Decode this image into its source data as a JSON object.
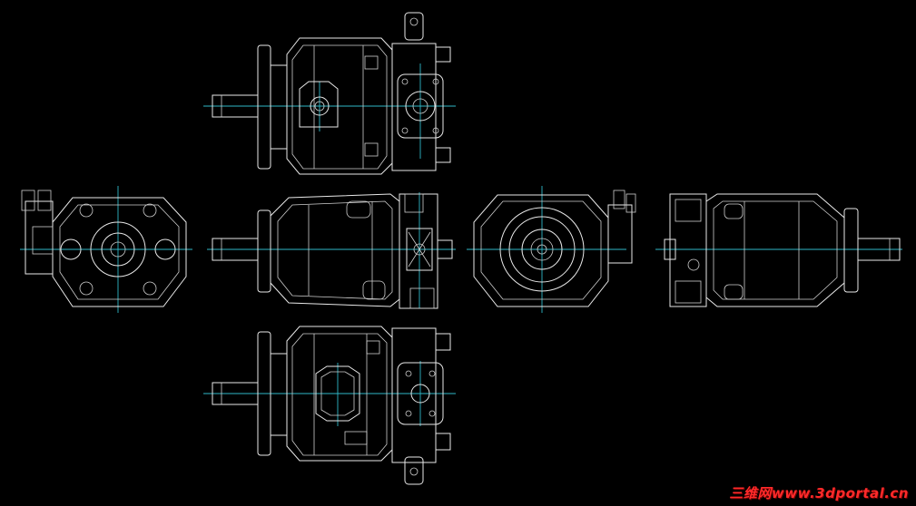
{
  "watermark": {
    "text": "三维网www.3dportal.cn"
  },
  "colors": {
    "background": "#000000",
    "outline": "#e8e8e8",
    "centerline": "#2fb8c8",
    "watermark": "#ff2a2a"
  },
  "views": [
    "top-view",
    "left-end-view",
    "front-view",
    "right-end-view",
    "rear-view",
    "bottom-view"
  ]
}
